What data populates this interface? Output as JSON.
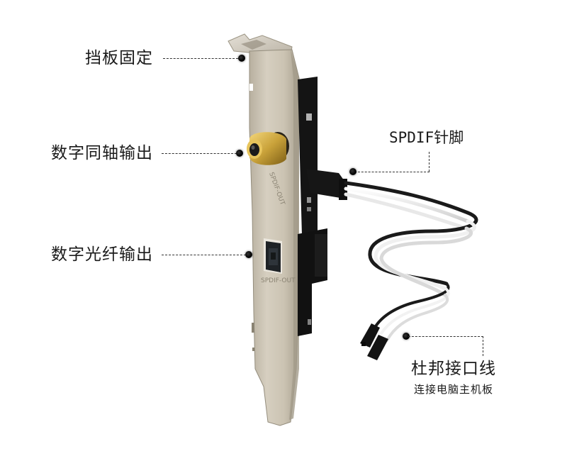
{
  "product": {
    "description": "PCI bracket SPDIF digital audio output module with coaxial and optical outputs",
    "colors": {
      "background": "#ffffff",
      "bracket_metal": "#cfc7b6",
      "pcb": "#141414",
      "rca_gold": "#c9a23a",
      "label_text": "#1a1a1a",
      "callout_line": "#333333"
    }
  },
  "callouts": [
    {
      "id": "bracket",
      "label": "挡板固定"
    },
    {
      "id": "coaxial",
      "label": "数字同轴输出"
    },
    {
      "id": "optical",
      "label": "数字光纤输出"
    },
    {
      "id": "spdif_pins",
      "label": "SPDIF针脚"
    },
    {
      "id": "dupont",
      "label": "杜邦接口线",
      "sublabel": "连接电脑主机板"
    }
  ],
  "bracket_markings": {
    "coaxial_text": "SPDIF-OUT",
    "optical_text": "SPDIF-OUT"
  }
}
